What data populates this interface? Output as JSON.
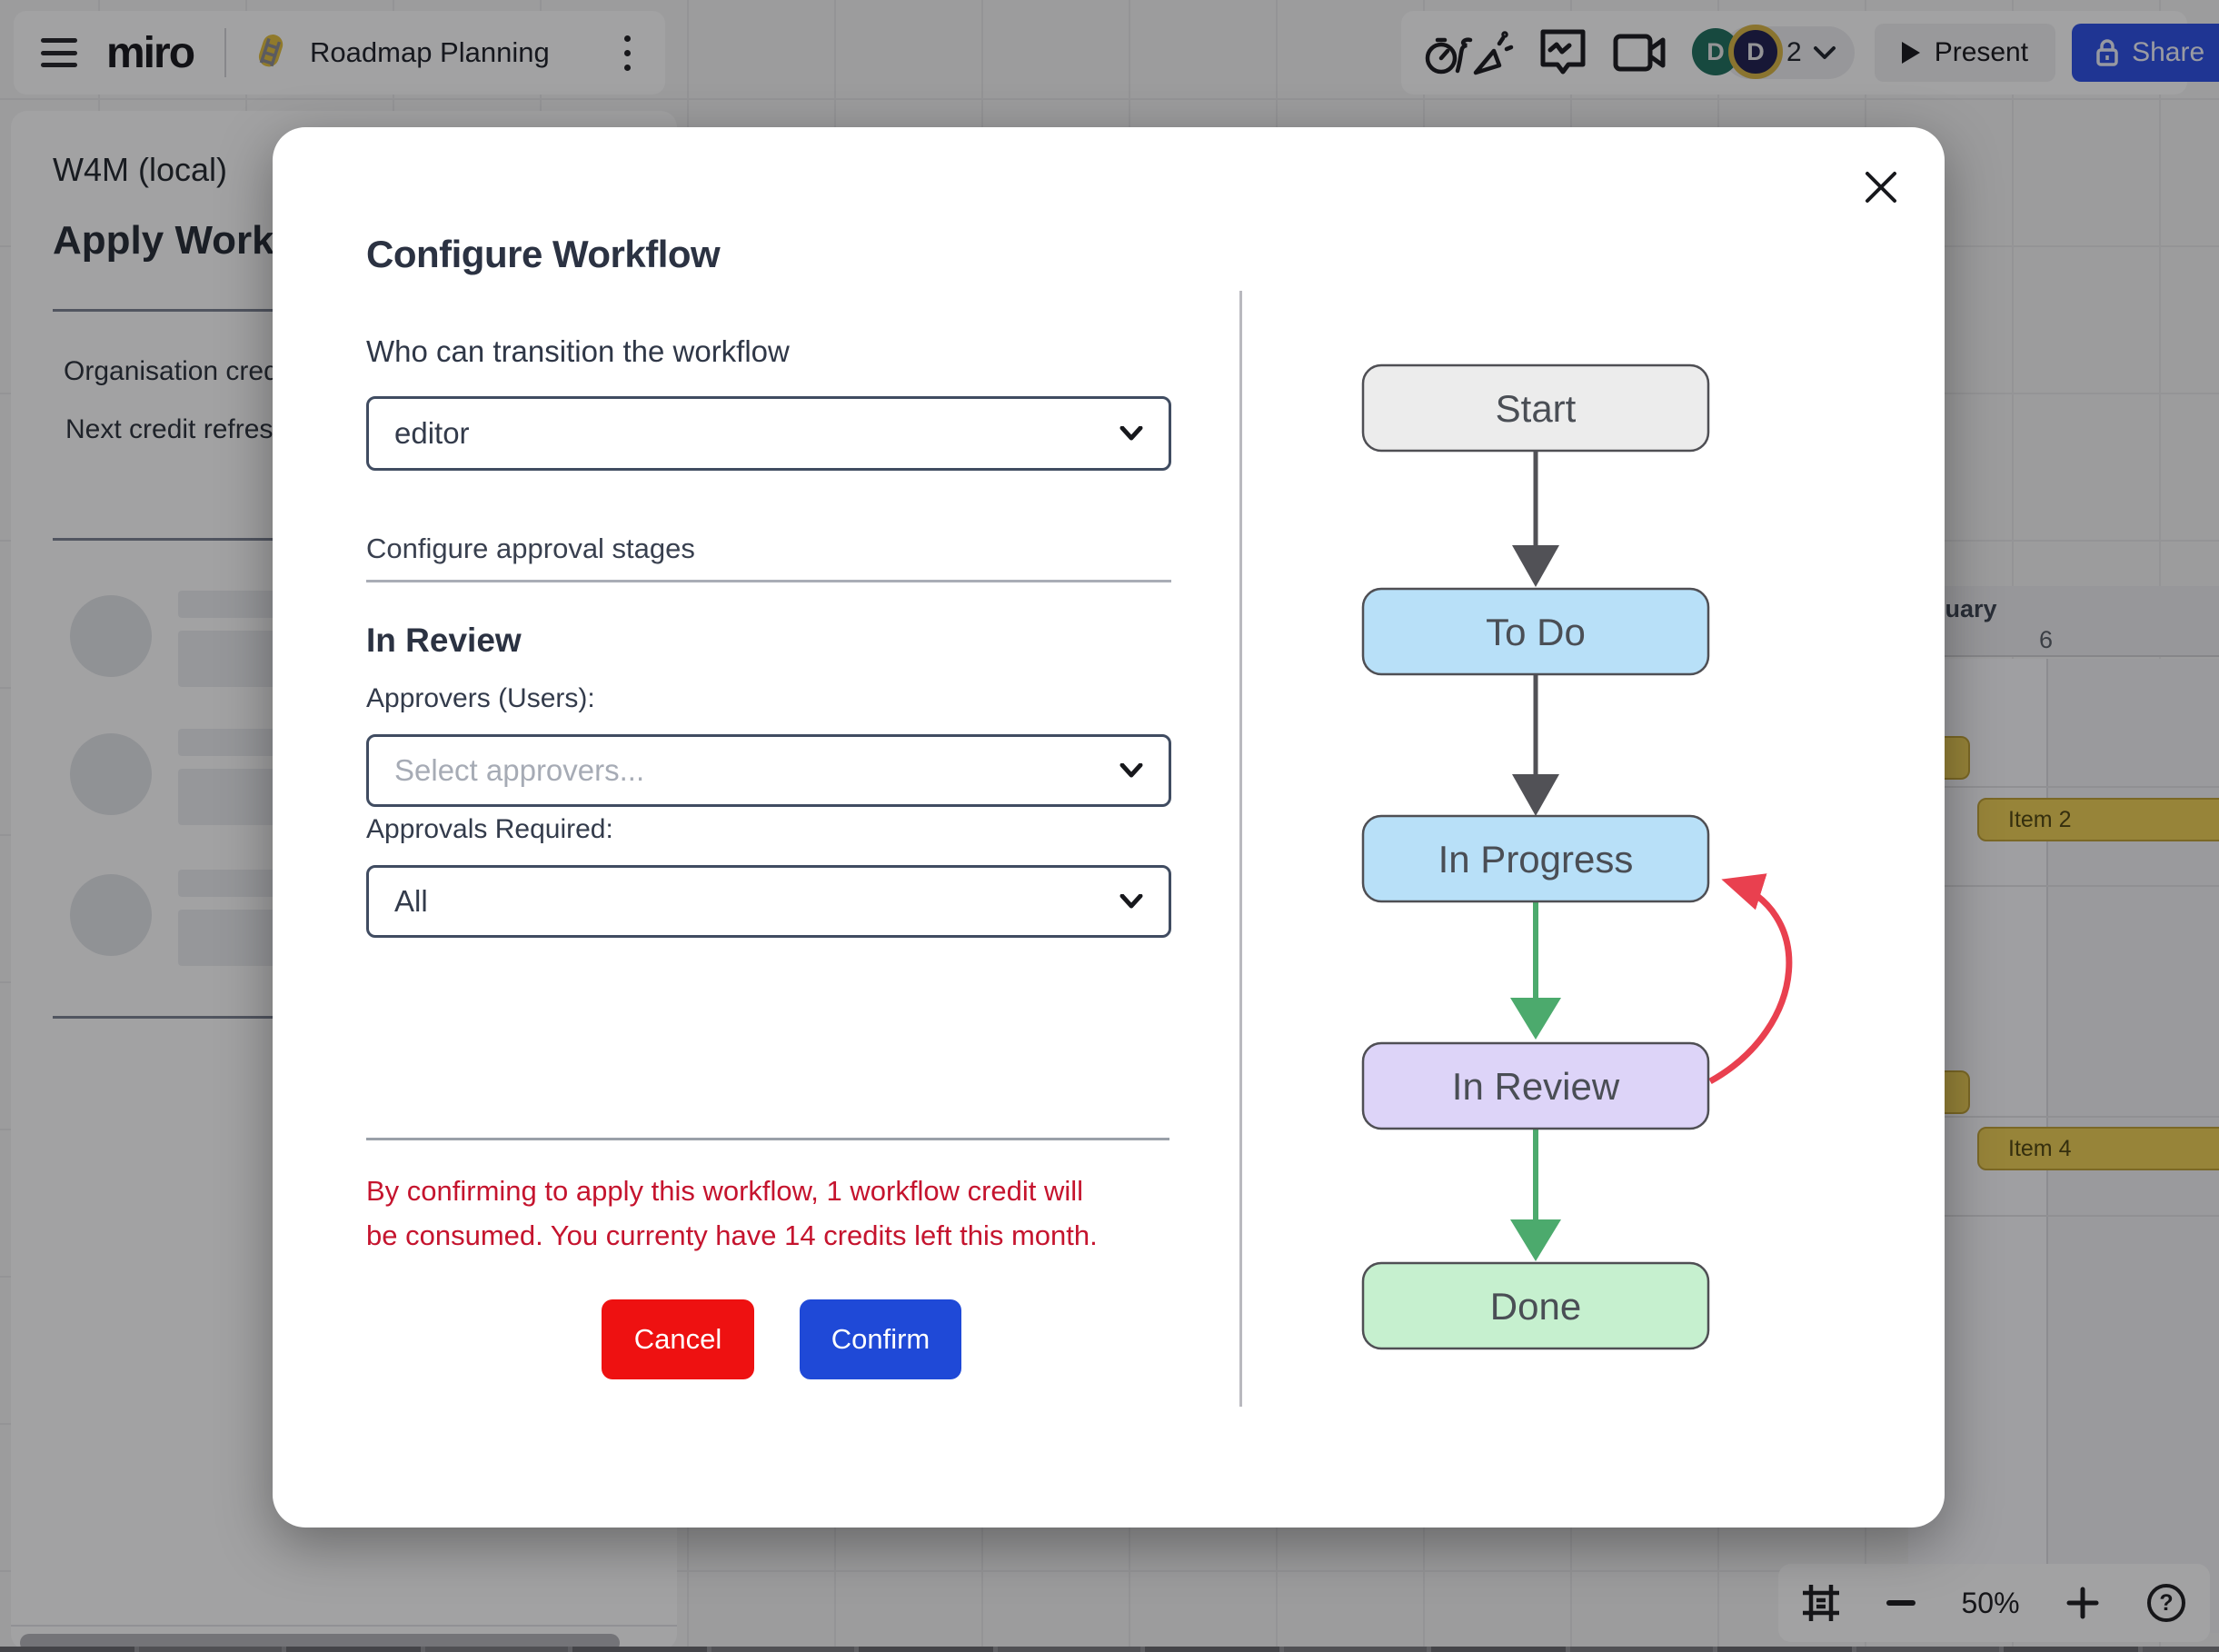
{
  "topbar": {
    "logo": "miro",
    "board_title": "Roadmap Planning",
    "collaborators_count": "2",
    "present_label": "Present",
    "share_label": "Share",
    "avatars": [
      {
        "initial": "D"
      },
      {
        "initial": "D"
      }
    ]
  },
  "side_panel": {
    "board_name": "W4M (local)",
    "title": "Apply Workflow",
    "credits_line1": "Organisation cred",
    "credits_line2": "Next credit refres"
  },
  "modal": {
    "title": "Configure Workflow",
    "transition_label": "Who can transition the workflow",
    "transition_value": "editor",
    "stages_heading": "Configure approval stages",
    "stage_name": "In Review",
    "approvers_label": "Approvers (Users):",
    "approvers_placeholder": "Select approvers...",
    "approvals_label": "Approvals Required:",
    "approvals_value": "All",
    "warning_line1": "By confirming to apply this workflow, 1 workflow credit will",
    "warning_line2": "be consumed. You currenty have 14 credits left this month.",
    "cancel_label": "Cancel",
    "confirm_label": "Confirm"
  },
  "diagram": {
    "nodes": [
      {
        "label": "Start",
        "fill": "#ececec"
      },
      {
        "label": "To Do",
        "fill": "#b8e0f8"
      },
      {
        "label": "In Progress",
        "fill": "#b8e0f8"
      },
      {
        "label": "In Review",
        "fill": "#ddd4f8"
      },
      {
        "label": "Done",
        "fill": "#c6f0cf"
      }
    ],
    "edge_colors": {
      "default": "#515156",
      "forward": "#4caa6d",
      "reject": "#e9404f"
    }
  },
  "gantt": {
    "month_partial": "nuary",
    "day": "6",
    "bars": [
      "Item 2",
      "Item 4"
    ]
  },
  "zoom_controls": {
    "level": "50%"
  },
  "colors": {
    "cancel_button": "#ee1111",
    "confirm_button": "#1f49d7",
    "warning_text": "#c5142e",
    "share_button": "#2d50e6",
    "gantt_bar_fill": "#eecf55"
  }
}
